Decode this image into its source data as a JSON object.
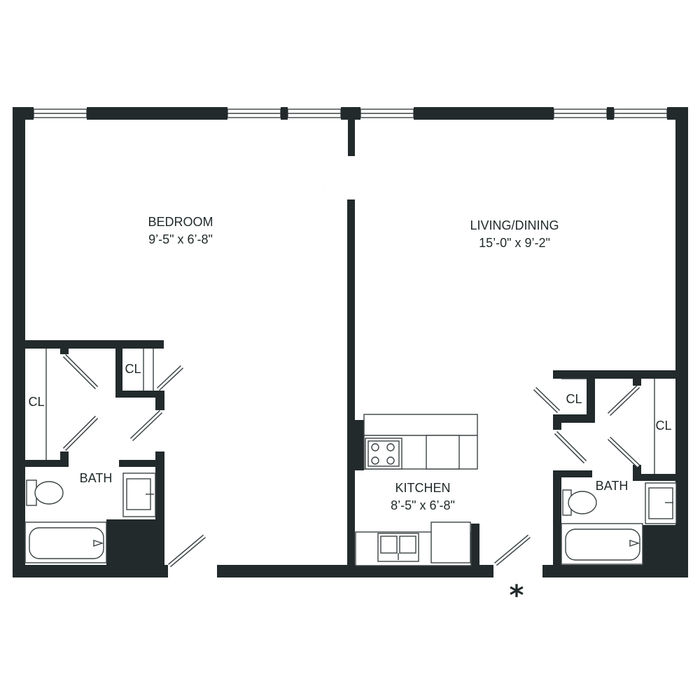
{
  "colors": {
    "wall": "#222a2b",
    "line": "#3b4345",
    "background": "#ffffff"
  },
  "rooms": {
    "bedroom": {
      "name": "BEDROOM",
      "size": "9’-5\" x 6’-8\""
    },
    "living": {
      "name": "LIVING/DINING",
      "size": "15’-0\" x 9’-2\""
    },
    "kitchen": {
      "name": "KITCHEN",
      "size": "8’-5\" x 6’-8\""
    },
    "bath_left": {
      "name": "BATH"
    },
    "bath_right": {
      "name": "BATH"
    }
  },
  "closets": {
    "left_large": "CL",
    "left_small": "CL",
    "right_small": "CL",
    "right_large": "CL"
  },
  "entrance_marker": "*"
}
